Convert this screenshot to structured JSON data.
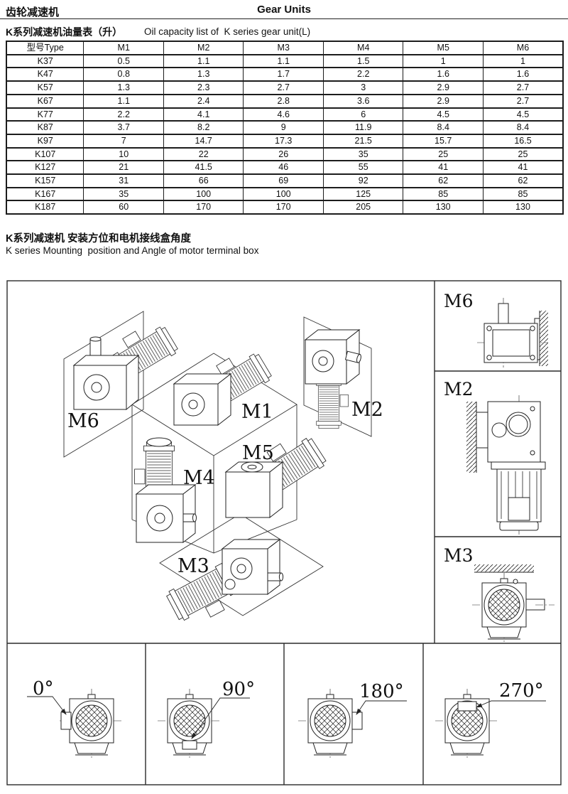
{
  "header": {
    "title_zh": "齿轮减速机",
    "title_en": "Gear Units"
  },
  "oil_table": {
    "caption_zh": "K系列减速机油量表（升）",
    "caption_en": "Oil capacity list of  K series gear unit(L)",
    "columns": [
      "型号Type",
      "M1",
      "M2",
      "M3",
      "M4",
      "M5",
      "M6"
    ],
    "rows": [
      [
        "K37",
        "0.5",
        "1.1",
        "1.1",
        "1.5",
        "1",
        "1"
      ],
      [
        "K47",
        "0.8",
        "1.3",
        "1.7",
        "2.2",
        "1.6",
        "1.6"
      ],
      [
        "K57",
        "1.3",
        "2.3",
        "2.7",
        "3",
        "2.9",
        "2.7"
      ],
      [
        "K67",
        "1.1",
        "2.4",
        "2.8",
        "3.6",
        "2.9",
        "2.7"
      ],
      [
        "K77",
        "2.2",
        "4.1",
        "4.6",
        "6",
        "4.5",
        "4.5"
      ],
      [
        "K87",
        "3.7",
        "8.2",
        "9",
        "11.9",
        "8.4",
        "8.4"
      ],
      [
        "K97",
        "7",
        "14.7",
        "17.3",
        "21.5",
        "15.7",
        "16.5"
      ],
      [
        "K107",
        "10",
        "22",
        "26",
        "35",
        "25",
        "25"
      ],
      [
        "K127",
        "21",
        "41.5",
        "46",
        "55",
        "41",
        "41"
      ],
      [
        "K157",
        "31",
        "66",
        "69",
        "92",
        "62",
        "62"
      ],
      [
        "K167",
        "35",
        "100",
        "100",
        "125",
        "85",
        "85"
      ],
      [
        "K187",
        "60",
        "170",
        "170",
        "205",
        "130",
        "130"
      ]
    ]
  },
  "mounting": {
    "heading_zh": "K系列减速机 安装方位和电机接线盒角度",
    "heading_en": "K series Mounting  position and Angle of motor terminal box",
    "iso_labels": {
      "m1": "M1",
      "m2": "M2",
      "m3": "M3",
      "m4": "M4",
      "m5": "M5",
      "m6": "M6"
    },
    "panel_labels": {
      "m6": "M6",
      "m2": "M2",
      "m3": "M3"
    },
    "angles": [
      "0°",
      "90°",
      "180°",
      "270°"
    ]
  },
  "colors": {
    "ink": "#222222",
    "paper": "#ffffff"
  }
}
